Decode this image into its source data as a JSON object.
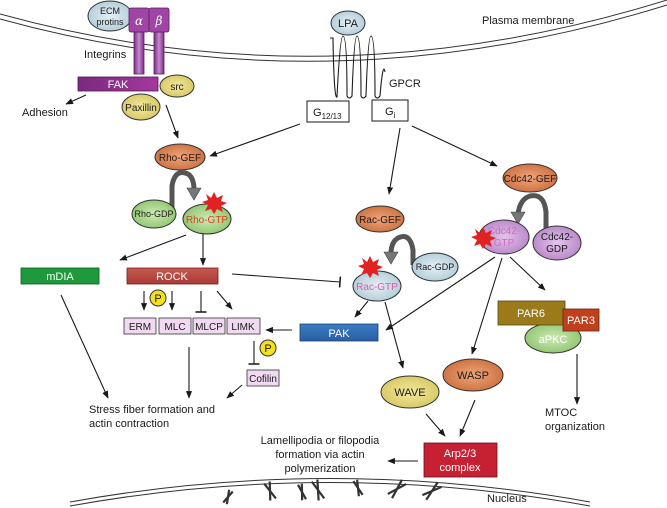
{
  "title": "Rho GTPase signaling pathways in cell migration",
  "membranes": {
    "plasma": "Plasma membrane",
    "nucleus": "Nucleus"
  },
  "receptors": {
    "ecm": [
      "ECM",
      "protins"
    ],
    "alpha": "α",
    "beta": "β",
    "integrins": "Integrins",
    "lpa": "LPA",
    "gpcr": "GPCR",
    "g1213": {
      "base": "G",
      "sub": "12/13"
    },
    "gi": {
      "base": "G",
      "sub": "i"
    }
  },
  "nodes": {
    "fak": "FAK",
    "src": "src",
    "paxillin": "Paxillin",
    "rho_gef": "Rho-GEF",
    "rho_gdp": "Rho-GDP",
    "rho_gtp": "Rho-GTP",
    "mdia": "mDIA",
    "rock": "ROCK",
    "erm": "ERM",
    "mlc": "MLC",
    "mlcp": "MLCP",
    "limk": "LIMK",
    "cofilin": "Cofilin",
    "phospho": "P",
    "rac_gef": "Rac-GEF",
    "rac_gdp": "Rac-GDP",
    "rac_gtp": "Rac-GTP",
    "pak": "PAK",
    "cdc42_gef": "Cdc42-GEF",
    "cdc42_gtp": [
      "Cdc42-",
      "GTP"
    ],
    "cdc42_gdp": [
      "Cdc42-",
      "GDP"
    ],
    "par6": "PAR6",
    "par3": "PAR3",
    "apkc": "aPKC",
    "wave": "WAVE",
    "wasp": "WASP",
    "arp23": [
      "Arp2/3",
      "complex"
    ]
  },
  "outcomes": {
    "adhesion": "Adhesion",
    "stress_fiber": [
      "Stress fiber formation and",
      "actin contraction"
    ],
    "lamellipodia": [
      "Lamellipodia or filopodia",
      "formation via actin",
      "polymerization"
    ],
    "mtoc": [
      "MTOC",
      "organization"
    ]
  },
  "colors": {
    "integrin": "#9b3ea0",
    "fak": "#8e2a8e",
    "yellow_node": "#e3d77a",
    "gef": "#d9834f",
    "rho": "#a9d48a",
    "rho_gtp_text": "#d9421f",
    "rac": "#c9dde6",
    "rac_gtp_text": "#e05aa8",
    "cdc42": "#c99bd6",
    "cdc42_gtp_text": "#d46bc0",
    "mdia": "#1e9a3c",
    "rock": "#b8403a",
    "substrate": "#f1d9f2",
    "phospho": "#f5e11a",
    "pak": "#2f6bb3",
    "par6": "#9b7a1a",
    "par3": "#c0401e",
    "apkc": "#a9d48a",
    "wave": "#e6db80",
    "wasp": "#d9834f",
    "arp23": "#c62033",
    "star": "#e02222"
  }
}
